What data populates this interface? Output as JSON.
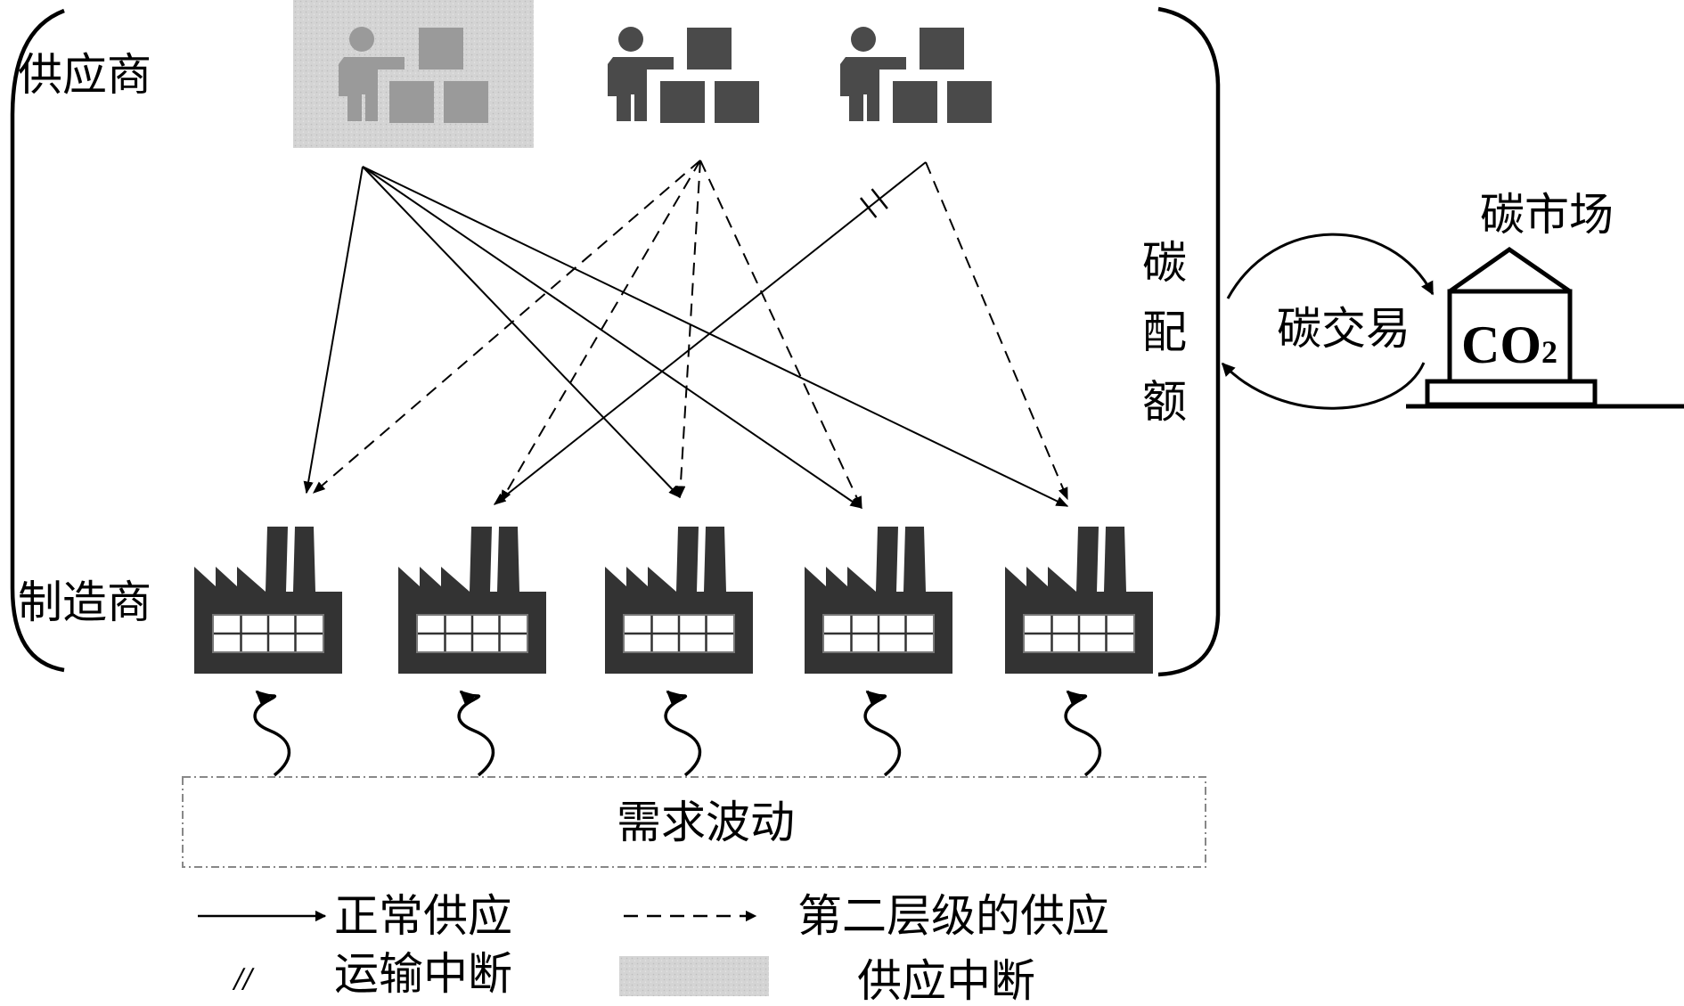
{
  "labels": {
    "suppliers": "供应商",
    "manufacturers": "制造商",
    "carbon_quota": [
      "碳",
      "配",
      "额"
    ],
    "carbon_trading": "碳交易",
    "carbon_market": "碳市场",
    "co2_main": "CO",
    "co2_sub": "2",
    "demand_fluctuation": "需求波动"
  },
  "suppliers": [
    {
      "id": "S1",
      "status": "supply-disrupted"
    },
    {
      "id": "S2",
      "status": "normal"
    },
    {
      "id": "S3",
      "status": "normal"
    }
  ],
  "manufacturers": [
    {
      "id": "M1"
    },
    {
      "id": "M2"
    },
    {
      "id": "M3"
    },
    {
      "id": "M4"
    },
    {
      "id": "M5"
    }
  ],
  "links": [
    {
      "from": "S1",
      "to": "M1",
      "type": "normal",
      "transport_disrupted": false
    },
    {
      "from": "S1",
      "to": "M3",
      "type": "normal",
      "transport_disrupted": false
    },
    {
      "from": "S1",
      "to": "M4",
      "type": "normal",
      "transport_disrupted": false
    },
    {
      "from": "S1",
      "to": "M5",
      "type": "normal",
      "transport_disrupted": false
    },
    {
      "from": "S2",
      "to": "M1",
      "type": "second-tier",
      "transport_disrupted": false
    },
    {
      "from": "S2",
      "to": "M2",
      "type": "second-tier",
      "transport_disrupted": false
    },
    {
      "from": "S2",
      "to": "M3",
      "type": "second-tier",
      "transport_disrupted": false
    },
    {
      "from": "S2",
      "to": "M4",
      "type": "second-tier",
      "transport_disrupted": false
    },
    {
      "from": "S3",
      "to": "M2",
      "type": "normal",
      "transport_disrupted": true
    },
    {
      "from": "S3",
      "to": "M5",
      "type": "second-tier",
      "transport_disrupted": false
    }
  ],
  "legend": {
    "normal_supply": "正常供应",
    "second_tier_supply": "第二层级的供应",
    "transport_disruption": "运输中断",
    "transport_disruption_symbol": "//",
    "supply_disruption": "供应中断"
  },
  "colors": {
    "ink": "#000000",
    "icon_dark": "#4a4a4a",
    "factory": "#333333",
    "disrupted_bg": "#d4d4d4",
    "disrupted_icon": "#9a9a9a",
    "dashed_box": "#888888"
  }
}
